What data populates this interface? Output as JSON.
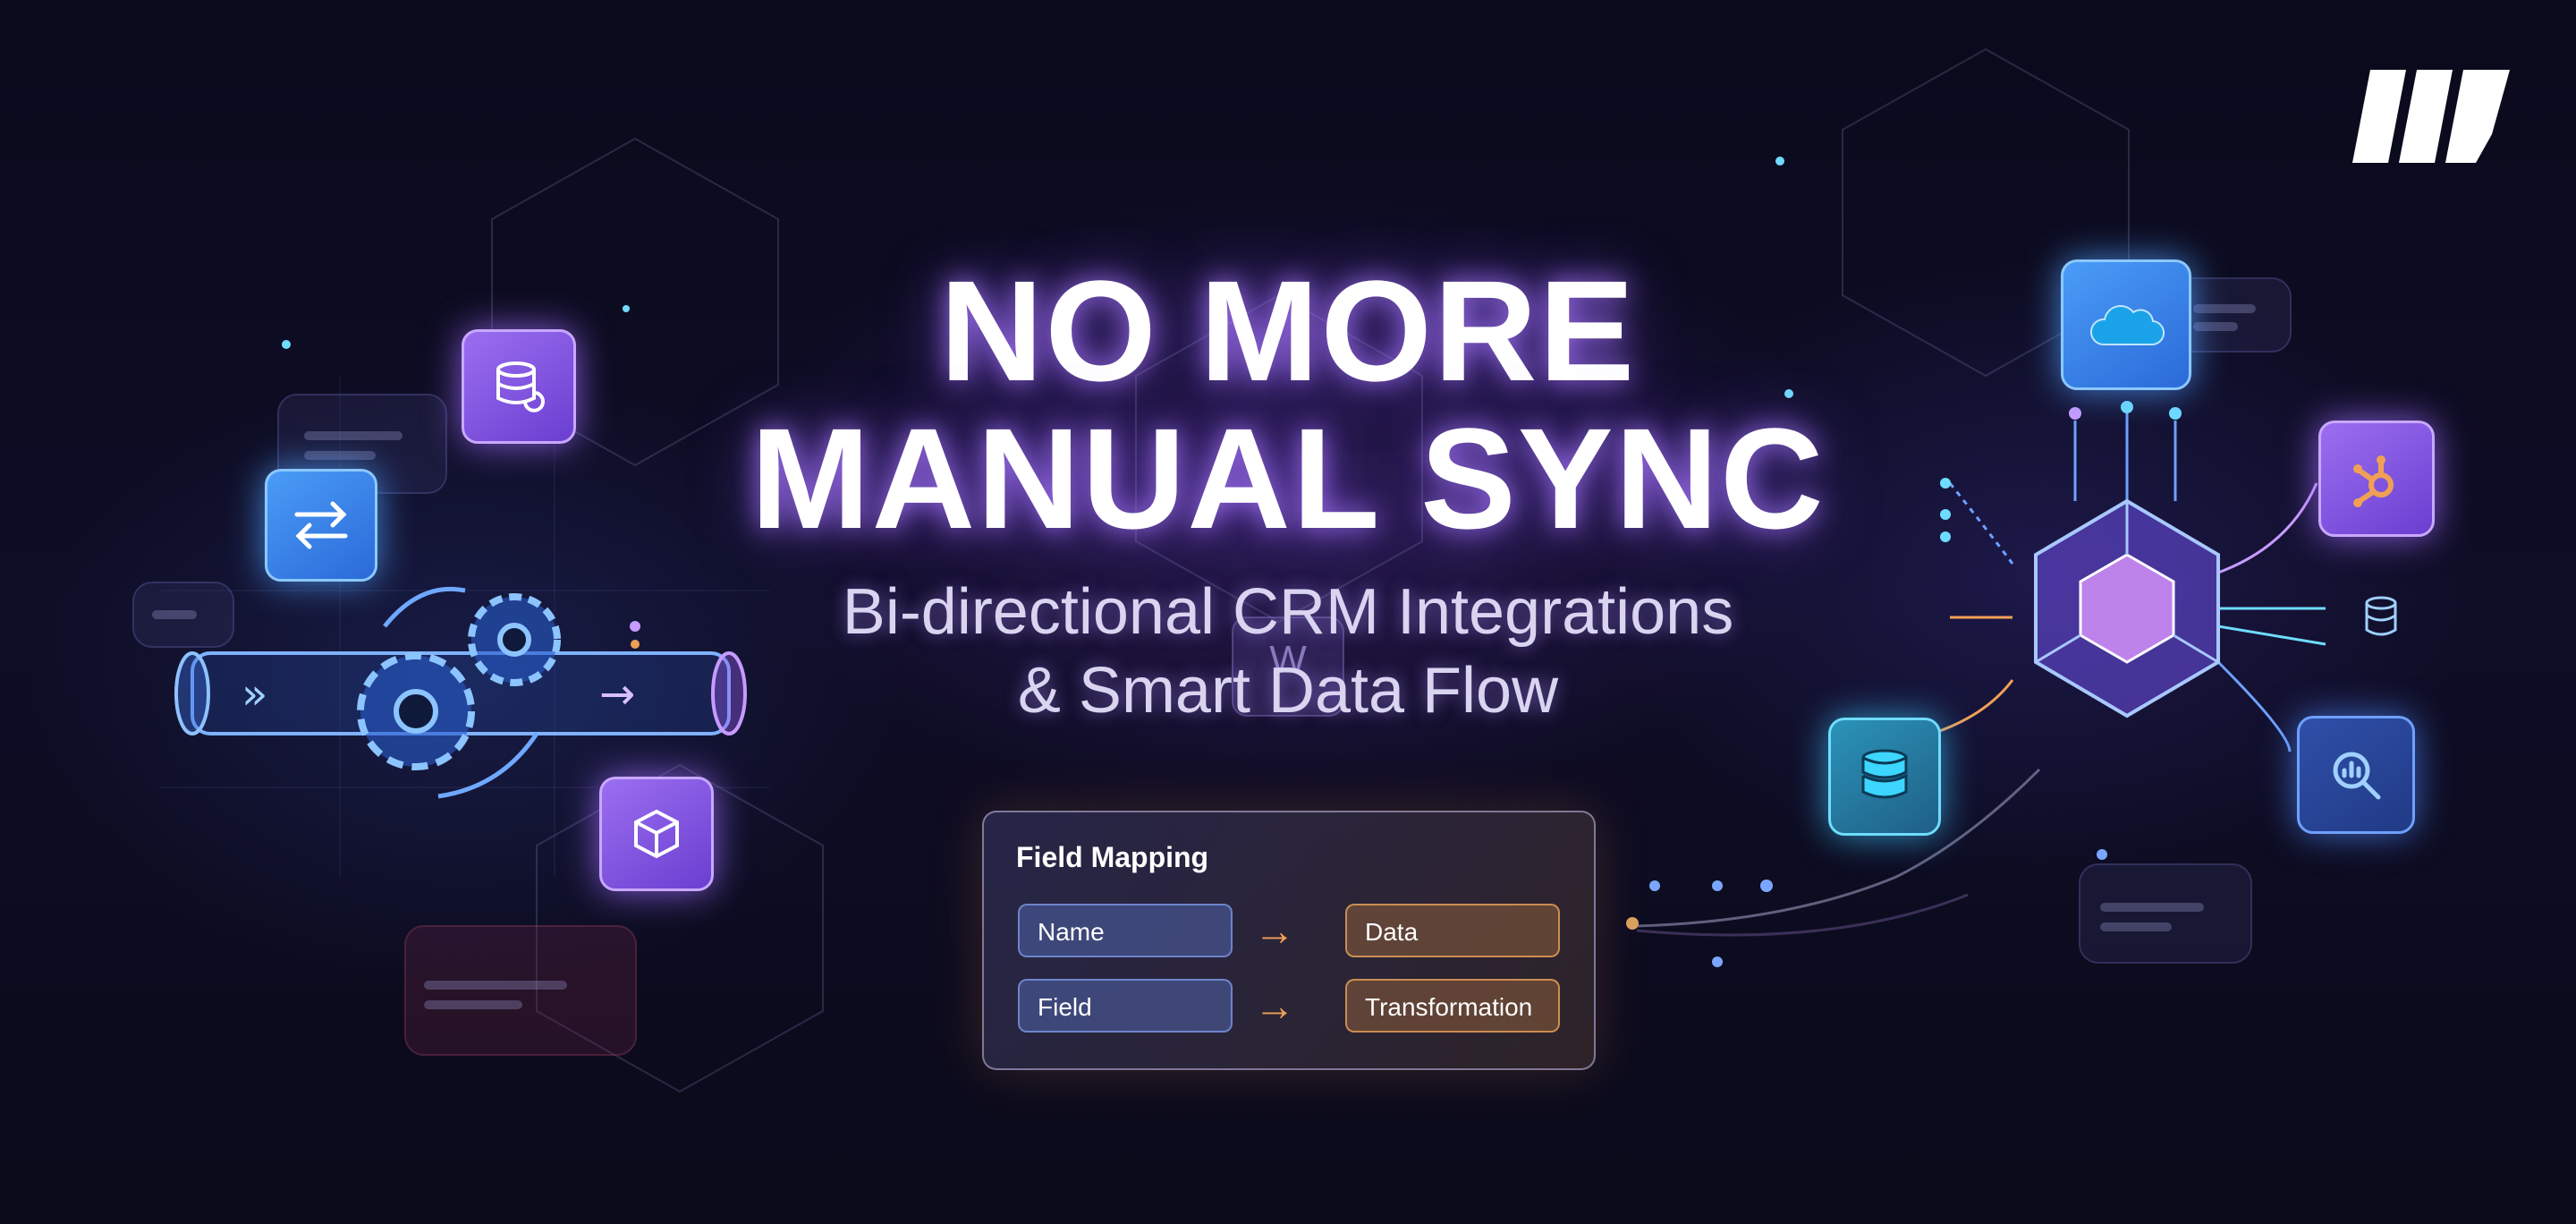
{
  "brand": {
    "logo_icon": "brand-logo-stripes-icon"
  },
  "headline": {
    "line1": "NO MORE",
    "line2": "MANUAL SYNC"
  },
  "subheadline": {
    "line1": "Bi-directional CRM Integrations",
    "line2": "& Smart Data Flow"
  },
  "field_mapping": {
    "title": "Field Mapping",
    "rows": [
      {
        "source": "Name",
        "arrow": "→",
        "target": "Data"
      },
      {
        "source": "Field",
        "arrow": "→",
        "target": "Transformation"
      }
    ]
  },
  "left_cluster": {
    "icons": [
      "swap-arrows-icon",
      "database-sync-icon",
      "gears-icon",
      "box-package-icon",
      "pipe-arrow-icon"
    ]
  },
  "right_cluster": {
    "icons": [
      "salesforce-cloud-icon",
      "hubspot-icon",
      "database-icon",
      "analytics-search-icon",
      "central-cube-icon"
    ]
  },
  "colors": {
    "background": "#0b0b1e",
    "accent_purple": "#9b6ef0",
    "accent_blue": "#4a9cf7",
    "accent_orange": "#f0a055",
    "accent_cyan": "#6fdcff"
  }
}
